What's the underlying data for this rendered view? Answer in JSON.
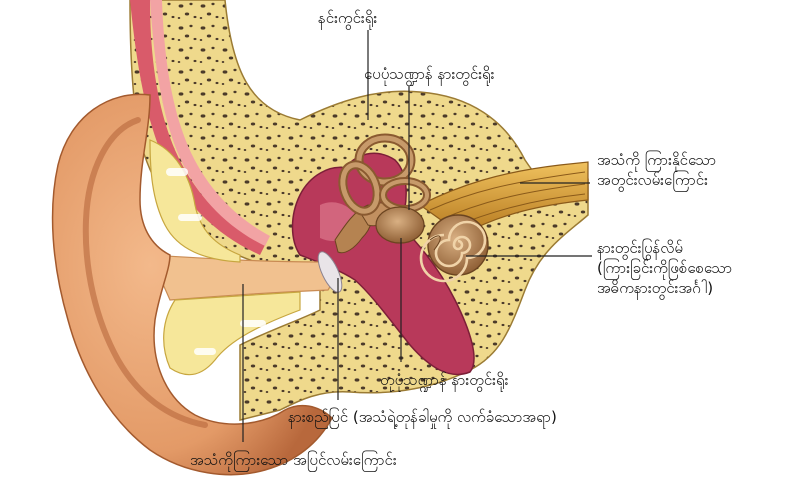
{
  "diagram": {
    "labels": {
      "ossicles": "နင်းကွင်းရိုး",
      "semicircular_canals": "ပေပုံသဏ္ဍာန် နားတွင်းရိုး",
      "auditory_nerve": [
        "အသံကို ကြားနိုင်သော",
        "အတွင်းလမ်းကြောင်း"
      ],
      "cochlea": [
        "နားတွင်းပြွန်လိမ်",
        "(ကြားခြင်းကိုဖြစ်စေသော",
        "အဓိကနားတွင်းအင်္ဂါ)"
      ],
      "cochlea_bone": "တုပုံသဏ္ဍာန် နားတွင်းရိုး",
      "eardrum": "နားစည်ပြင် (အသံရဲ့တုန်ခါမှုကို လက်ခံသောအရာ)",
      "ear_canal": "အသံကိုကြားသော အပြင်လမ်းကြောင်း"
    },
    "colors": {
      "bone": "#efd98c",
      "bone_dark": "#d9b95a",
      "skin": "#e7a071",
      "skin_dark": "#b8683c",
      "canal": "#f1c18f",
      "cartilage": "#f6e79a",
      "cavity": "#b8395a",
      "inner_ear": "#9c6a3c",
      "nerve": "#d59a33",
      "leader": "#222222"
    }
  }
}
